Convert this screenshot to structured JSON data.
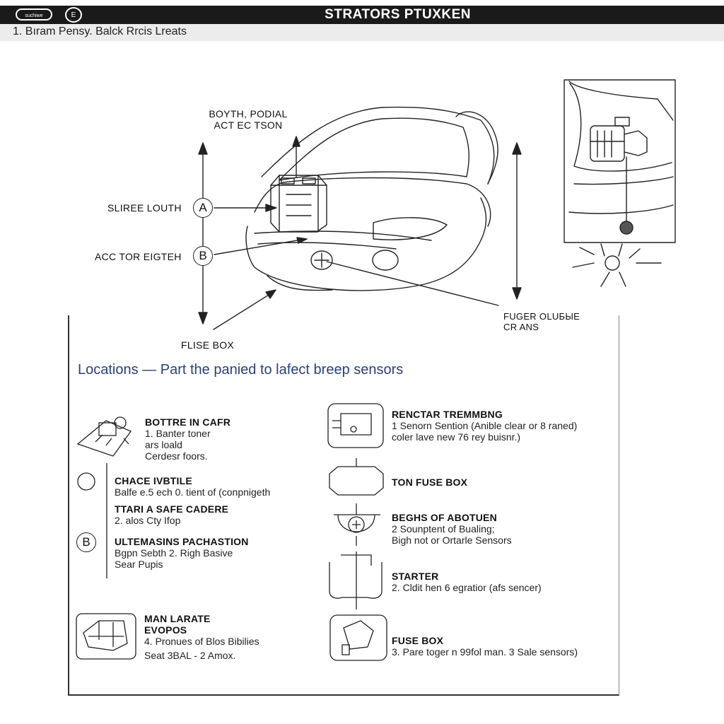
{
  "header": {
    "logo_text": "suchiwe",
    "badge_text": "E",
    "title": "STRATORS PTUXKEN",
    "subtitle": "1. Bıram Pensy. Balck Rrcis Lreats"
  },
  "diagram": {
    "label_top_line1": "BOYTH, PODIAL",
    "label_top_line2": "ACT EC TSON",
    "label_a": "SLIREE LOUTH",
    "marker_a": "A",
    "label_b": "ACC TOR EIGTEH",
    "marker_b": "B",
    "label_fuse": "FLISE BOX",
    "label_right_line1": "FUGER OLUБЫE",
    "label_right_line2": "CR ANS"
  },
  "section": {
    "title": "Locations — Part the panied to lafect breep sensors"
  },
  "left_items": [
    {
      "title": "BOTTRE IN CAFR",
      "lines": [
        "1. Banter toner",
        "ars loald",
        "Cerdesr foors."
      ]
    },
    {
      "title": "CHACE IVBTILE",
      "lines": [
        "Balfe e.5 ech 0. tient of (conpnigeth"
      ]
    },
    {
      "title": "TTARI A SAFE CADERE",
      "lines": [
        "2. alos Cty Ifop"
      ]
    },
    {
      "title": "ULTEMASINS PACHASTION",
      "lines": [
        "Bgpn Sebth 2. Righ Basive",
        "Sear Pupis"
      ],
      "marker": "B"
    },
    {
      "title": "MAN LARATE",
      "title2": "EVOPOS",
      "lines": [
        "4. Pronues of Blos Bibilies",
        "Seat 3BAL - 2 Amox."
      ]
    }
  ],
  "right_items": [
    {
      "title": "RENCTAR TREMMBNG",
      "lines": [
        "1 Senorn Sention (Anible clear or 8 raned)",
        "coler lave new 76 rey buisnr.)"
      ]
    },
    {
      "title": "TON FUSE BOX",
      "lines": []
    },
    {
      "title": "BEGHS OF ABOTUEN",
      "lines": [
        "2 Sounptent of Bualing;",
        "Bigh not or Ortarle Sensors"
      ]
    },
    {
      "title": "STARTER",
      "lines": [
        "2. Cldit hen 6 egratior (afs sencer)"
      ]
    },
    {
      "title": "FUSE BOX",
      "lines": [
        "3. Pare toger n 99fol man. 3 Sale sensors)"
      ]
    }
  ],
  "colors": {
    "header_bg": "#1a1a1a",
    "section_title": "#2b3f7a",
    "subbar_bg": "#ececec"
  }
}
